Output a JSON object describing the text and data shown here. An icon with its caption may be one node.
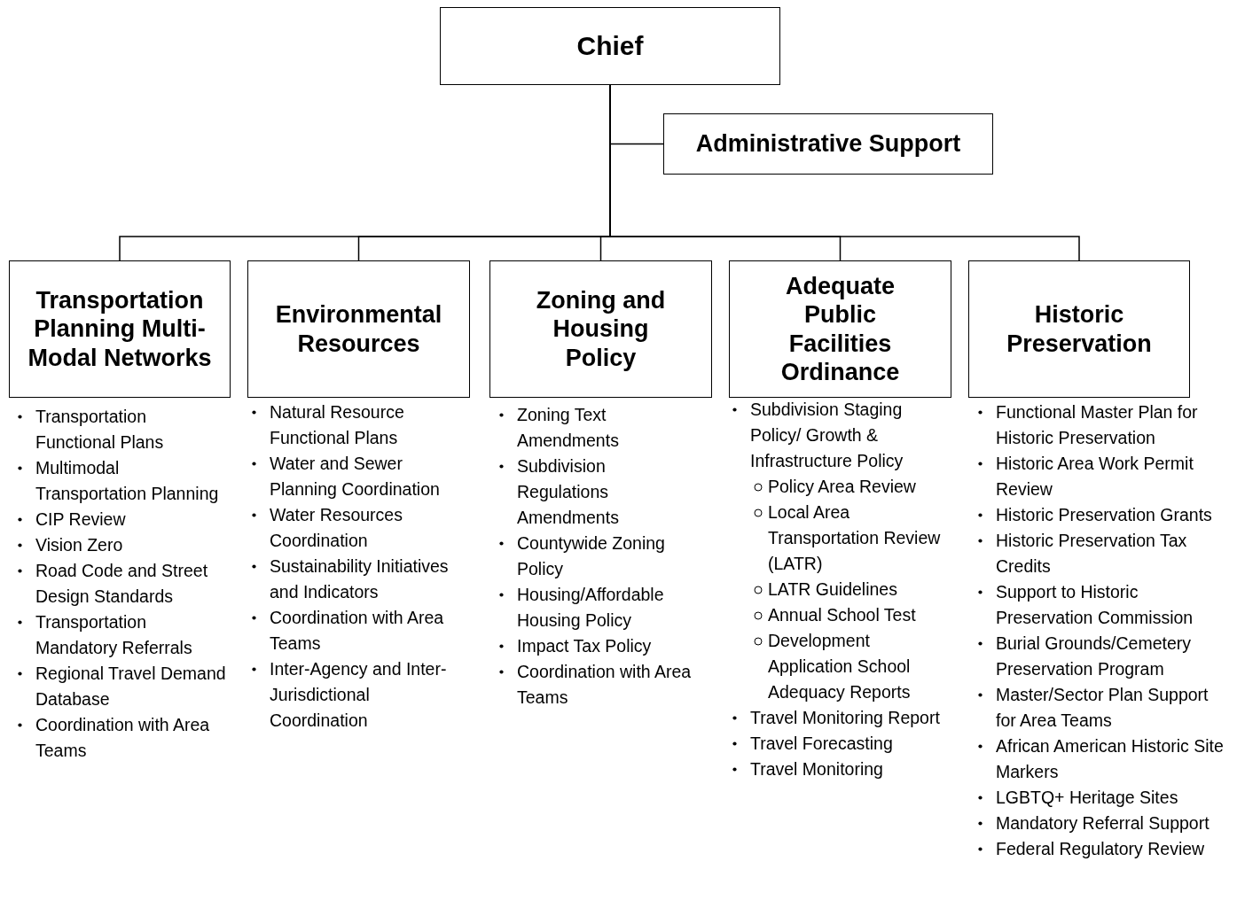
{
  "diagram": {
    "nodes": [
      {
        "text": [
          "Chief"
        ]
      },
      {
        "text": [
          "Administrative Support"
        ]
      },
      {
        "text": [
          "Transportation Planning Multi-Modal Networks"
        ],
        "beside": [
          "Transportation Functional Plans",
          "Multimodal Transportation Planning",
          "CIP Review",
          "Vision Zero",
          "Road Code and Street Design Standards",
          "Transportation Mandatory Referrals",
          "Regional Travel Demand Database",
          "Coordination with Area Teams"
        ]
      },
      {
        "text": [
          "Environmental Resources"
        ],
        "beside": [
          "Natural Resource Functional Plans",
          "Water and Sewer Planning Coordination",
          "Water Resources Coordination",
          "Sustainability Initiatives and Indicators",
          "Coordination with Area Teams",
          "Inter-Agency and Inter-Jurisdictional Coordination"
        ]
      },
      {
        "text": [
          "Zoning and Housing Policy"
        ],
        "beside": [
          "Zoning Text Amendments",
          "Subdivision Regulations Amendments",
          "Countywide Zoning Policy",
          "Housing/Affordable Housing Policy",
          "Impact Tax Policy",
          "Coordination with Area Teams"
        ]
      },
      {
        "text": [
          "Adequate Public Facilities Ordinance"
        ],
        "beside": [
          "Subdivision Staging Policy/ Growth & Infrastructure Policy",
          "Policy Area Review",
          "Local Area Transportation Review (LATR)",
          "LATR Guidelines",
          "Annual School Test",
          "Development Application School Adequacy Reports",
          "Travel Monitoring Report",
          "Travel Forecasting",
          "Travel Monitoring"
        ]
      },
      {
        "text": [
          "Historic Preservation"
        ],
        "beside": [
          "Functional Master Plan for Historic Preservation",
          "Historic Area Work Permit Review",
          "Historic Preservation Grants",
          "Historic Preservation Tax Credits",
          "Support to Historic Preservation Commission",
          "Burial Grounds/Cemetery Preservation Program",
          "Master/Sector Plan Support for Area Teams",
          "African American Historic Site Markers",
          "LGBTQ+ Heritage Sites",
          "Mandatory Referral Support",
          "Federal Regulatory Review"
        ]
      }
    ],
    "edges": [
      {
        "from": 0,
        "to": 1,
        "arrow": "none"
      },
      {
        "from": 0,
        "to": 2,
        "arrow": "none"
      },
      {
        "from": 0,
        "to": 3,
        "arrow": "none"
      },
      {
        "from": 0,
        "to": 4,
        "arrow": "none"
      },
      {
        "from": 0,
        "to": 5,
        "arrow": "none"
      },
      {
        "from": 0,
        "to": 6,
        "arrow": "none"
      }
    ]
  }
}
